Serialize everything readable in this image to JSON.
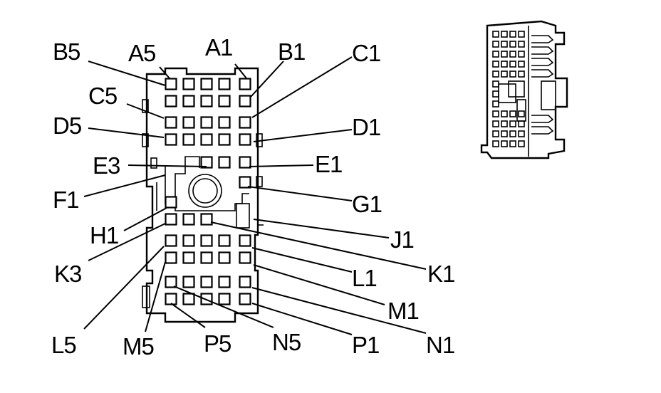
{
  "connector": {
    "labels": {
      "B5": "B5",
      "A5": "A5",
      "A1": "A1",
      "B1": "B1",
      "C1": "C1",
      "C5": "C5",
      "D5": "D5",
      "D1": "D1",
      "E3": "E3",
      "E1": "E1",
      "F1": "F1",
      "G1": "G1",
      "H1": "H1",
      "J1": "J1",
      "K3": "K3",
      "K1": "K1",
      "L1": "L1",
      "M1": "M1",
      "L5": "L5",
      "M5": "M5",
      "P5": "P5",
      "N5": "N5",
      "P1": "P1",
      "N1": "N1"
    }
  }
}
